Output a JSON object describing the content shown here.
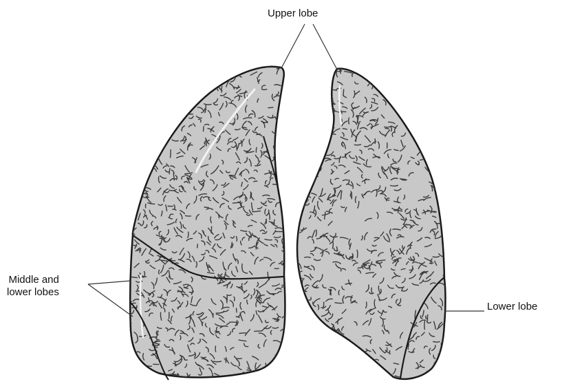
{
  "labels": {
    "upper_lobe": "Upper lobe",
    "middle_lower_line1": "Middle and",
    "middle_lower_line2": "lower lobes",
    "lower_lobe": "Lower lobe"
  },
  "colors": {
    "lung_fill": "#c8c8c8",
    "outline": "#1a1a1a",
    "texture": "#3a3a3a",
    "highlight": "#f2f2f2",
    "background": "#ffffff"
  }
}
